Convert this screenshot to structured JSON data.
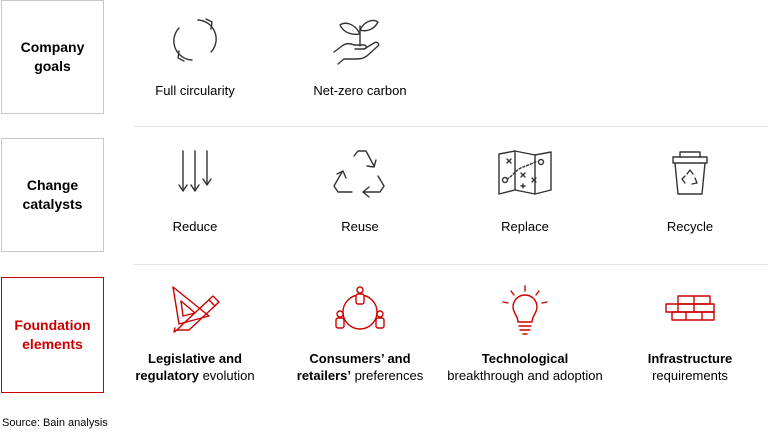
{
  "rows": {
    "goals": {
      "label_1": "Company",
      "label_2": "goals",
      "items": [
        {
          "label": "Full circularity",
          "icon": "circular-arrows-icon"
        },
        {
          "label": "Net-zero carbon",
          "icon": "hand-sprout-icon"
        }
      ]
    },
    "catalysts": {
      "label_1": "Change",
      "label_2": "catalysts",
      "items": [
        {
          "label": "Reduce",
          "icon": "down-arrows-icon"
        },
        {
          "label": "Reuse",
          "icon": "recycle-triangle-icon"
        },
        {
          "label": "Replace",
          "icon": "map-icon"
        },
        {
          "label": "Recycle",
          "icon": "recycle-bin-icon"
        }
      ]
    },
    "foundation": {
      "label_1": "Foundation",
      "label_2": "elements",
      "accent_color": "#cc0000",
      "items": [
        {
          "bold_1": "Legislative and",
          "bold_2": "regulatory",
          "regular_2": " evolution",
          "icon": "drafting-tools-icon"
        },
        {
          "bold_1": "Consumers’ and",
          "bold_2": "retailers’",
          "regular_2": " preferences",
          "icon": "people-network-icon"
        },
        {
          "bold_1": "Technological",
          "regular_2": "breakthrough and adoption",
          "icon": "lightbulb-icon"
        },
        {
          "bold_1": "Infrastructure",
          "regular_2": "requirements",
          "icon": "brick-wall-icon"
        }
      ]
    }
  },
  "source": "Source: Bain analysis"
}
